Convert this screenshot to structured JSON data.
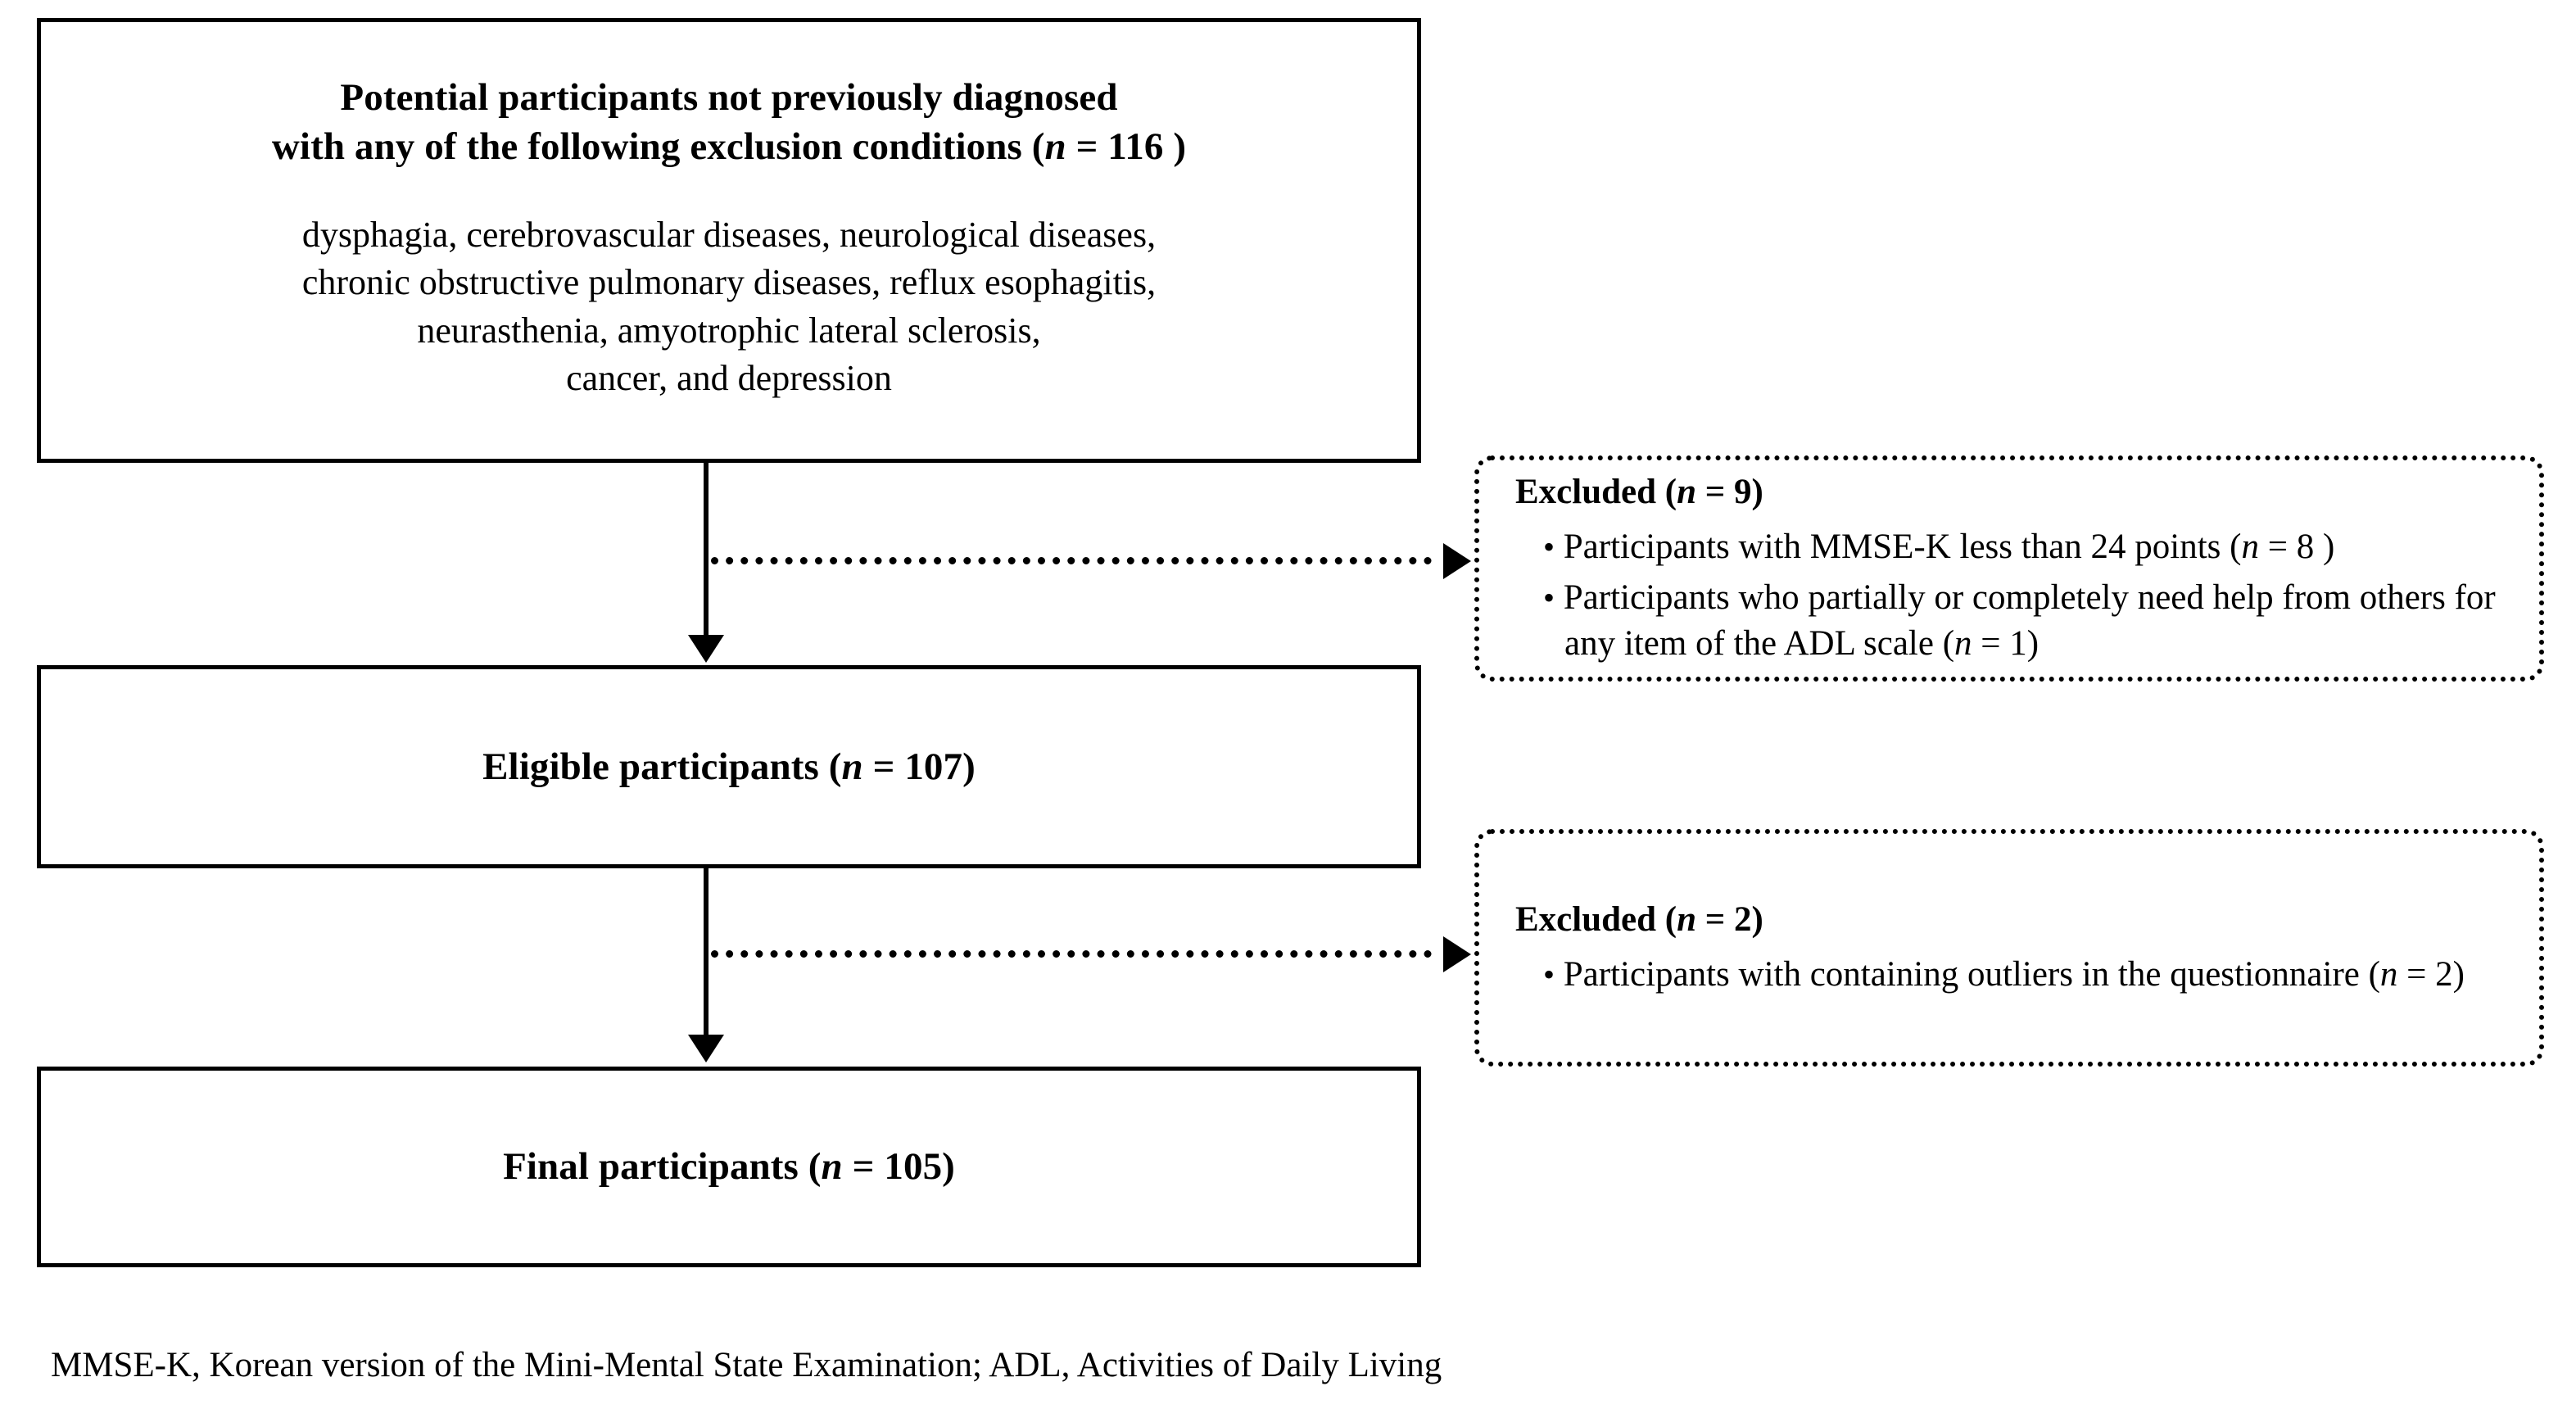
{
  "diagram": {
    "type": "participant-flow-diagram",
    "boxes": {
      "potential": {
        "title_line1": "Potential participants not previously diagnosed",
        "title_line2_prefix": "with any of the following exclusion conditions (",
        "title_n_symbol": "n",
        "title_line2_suffix": " = 116 )",
        "conditions_line1": "dysphagia, cerebrovascular diseases, neurological diseases,",
        "conditions_line2": "chronic obstructive pulmonary diseases, reflux esophagitis,",
        "conditions_line3": "neurasthenia, amyotrophic lateral sclerosis,",
        "conditions_line4": "cancer, and depression",
        "count": 116
      },
      "eligible": {
        "label_prefix": "Eligible participants (",
        "n_symbol": "n",
        "label_suffix": " = 107)",
        "count": 107
      },
      "final": {
        "label_prefix": "Final participants (",
        "n_symbol": "n",
        "label_suffix": " = 105)",
        "count": 105
      }
    },
    "exclusions": [
      {
        "heading_prefix": "Excluded (",
        "n_symbol": "n",
        "heading_suffix": " = 9)",
        "count": 9,
        "items": [
          {
            "text_prefix": "Participants with MMSE-K less than 24 points (",
            "n_symbol": "n",
            "text_suffix": " = 8 )",
            "count": 8
          },
          {
            "text_prefix": "Participants who partially or completely need help from others for any item of the ADL scale (",
            "n_symbol": "n",
            "text_suffix": " = 1)",
            "count": 1
          }
        ]
      },
      {
        "heading_prefix": "Excluded (",
        "n_symbol": "n",
        "heading_suffix": " = 2)",
        "count": 2,
        "items": [
          {
            "text_prefix": "Participants with containing outliers in the questionnaire (",
            "n_symbol": "n",
            "text_suffix": " = 2)",
            "count": 2
          }
        ]
      }
    ],
    "footnote": "MMSE-K, Korean version of the Mini-Mental State Examination; ADL, Activities of Daily Living",
    "bullet_glyph": "•",
    "colors": {
      "line": "#000000",
      "background": "#ffffff",
      "text": "#000000"
    }
  }
}
